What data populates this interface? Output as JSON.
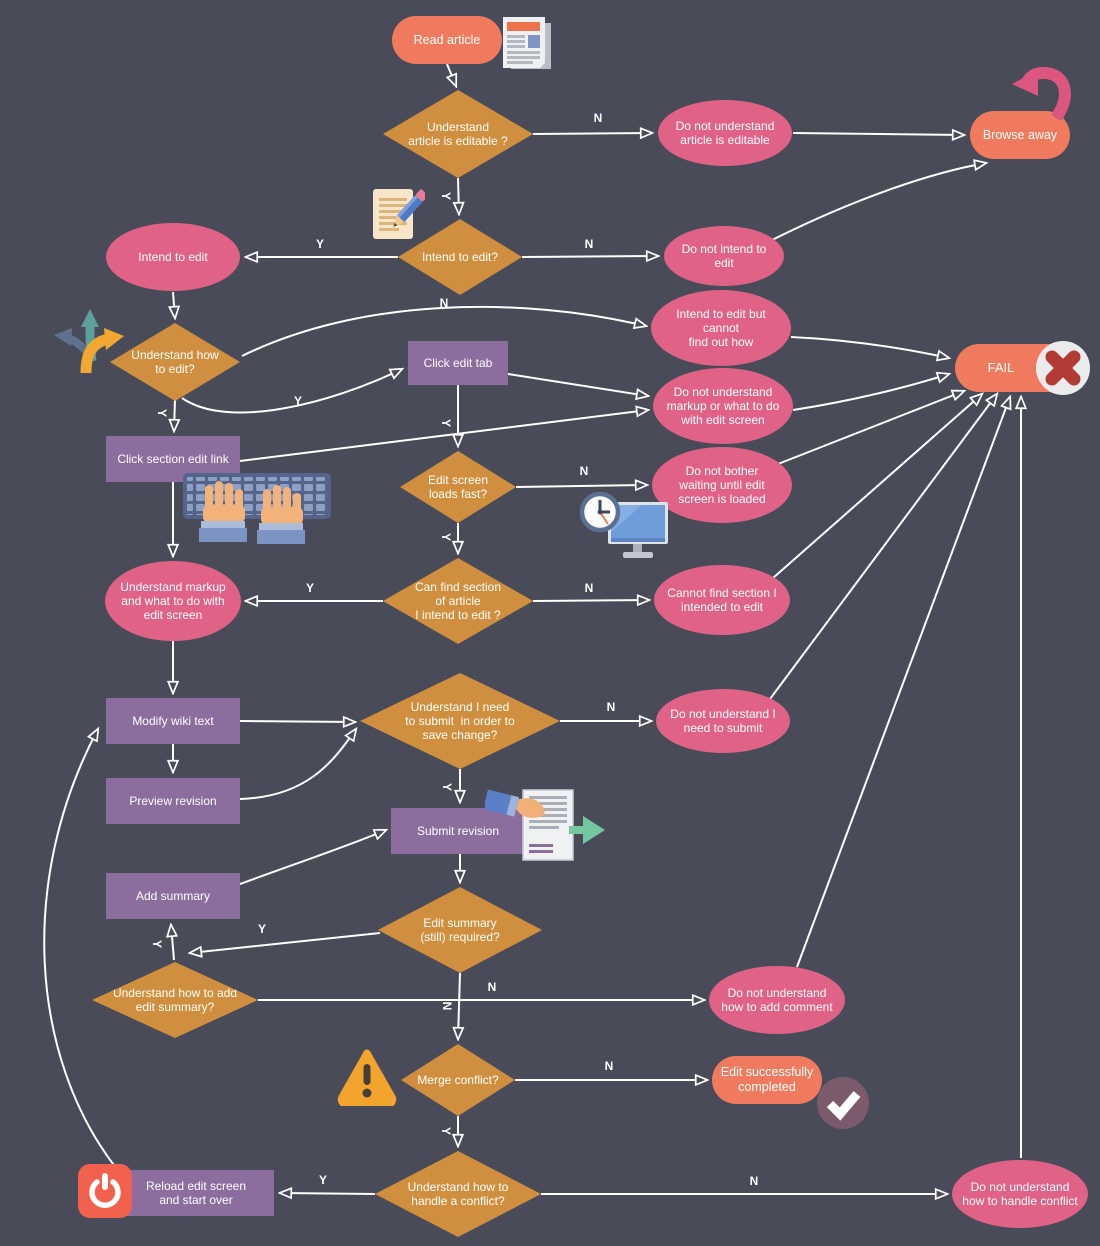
{
  "colors": {
    "background": "#494c58",
    "decision_fill": "#d08f3e",
    "state_fill": "#e06287",
    "process_fill": "#8b6d9e",
    "terminator_fill": "#ef7a5e",
    "connector": "#ffffff",
    "fail_x": "#b13c35",
    "check_circle": "#7b5b6b",
    "warning": "#f3a42c",
    "power_icon": "#f2614d",
    "return_arrow": "#dd5680",
    "green_arrow": "#74c7a0"
  },
  "edge_labels": {
    "yes": "Y",
    "no": "N"
  },
  "nodes": {
    "read_article": {
      "type": "terminator",
      "label": "Read article"
    },
    "understand_editable": {
      "type": "decision",
      "label": "Understand\narticle is editable ?"
    },
    "no_understand_editable": {
      "type": "state",
      "label": "Do not understand\narticle is editable"
    },
    "browse_away": {
      "type": "terminator",
      "label": "Browse away"
    },
    "intend_to_edit_q": {
      "type": "decision",
      "label": "Intend to edit?"
    },
    "do_not_intend": {
      "type": "state",
      "label": "Do not intend to\nedit"
    },
    "intend_to_edit": {
      "type": "state",
      "label": "Intend to edit"
    },
    "understand_how_edit": {
      "type": "decision",
      "label": "Understand how\nto edit?"
    },
    "cannot_find_how": {
      "type": "state",
      "label": "Intend to edit but\ncannot\nfind out how"
    },
    "click_edit_tab": {
      "type": "process",
      "label": "Click edit tab"
    },
    "no_markup": {
      "type": "state",
      "label": "Do not understand\nmarkup or what to do\nwith edit screen"
    },
    "fail": {
      "type": "terminator",
      "label": "FAIL"
    },
    "click_section": {
      "type": "process",
      "label": "Click section edit link"
    },
    "loads_fast": {
      "type": "decision",
      "label": "Edit screen\nloads fast?"
    },
    "no_wait": {
      "type": "state",
      "label": "Do not bother\nwaiting until edit\nscreen is loaded"
    },
    "markup_ok": {
      "type": "state",
      "label": "Understand markup\nand what to do with\nedit screen"
    },
    "find_section": {
      "type": "decision",
      "label": "Can find section\nof article\nI intend to edit ?"
    },
    "cannot_section": {
      "type": "state",
      "label": "Cannot find section I\nintended to edit"
    },
    "modify": {
      "type": "process",
      "label": "Modify wiki text"
    },
    "submit_understand": {
      "type": "decision",
      "label": "Understand I need\nto submit  in order to\nsave change?"
    },
    "no_submit": {
      "type": "state",
      "label": "Do not understand I\nneed to submit"
    },
    "preview": {
      "type": "process",
      "label": "Preview revision"
    },
    "submit_revision": {
      "type": "process",
      "label": "Submit revision"
    },
    "add_summary": {
      "type": "process",
      "label": "Add summary"
    },
    "summary_required": {
      "type": "decision",
      "label": "Edit summary\n(still) required?"
    },
    "how_add_summary": {
      "type": "decision",
      "label": "Understand how to add\nedit summary?"
    },
    "no_comment": {
      "type": "state",
      "label": "Do not understand\nhow to add comment"
    },
    "merge_conflict": {
      "type": "decision",
      "label": "Merge conflict?"
    },
    "edit_done": {
      "type": "terminator",
      "label": "Edit successfully\ncompleted"
    },
    "handle_conflict": {
      "type": "decision",
      "label": "Understand how to\nhandle a conflict?"
    },
    "reload": {
      "type": "process",
      "label": "Reload edit screen\nand start over"
    },
    "no_handle_conflict": {
      "type": "state",
      "label": "Do not understand\nhow to handle conflict"
    }
  },
  "icons": [
    "newspaper-icon",
    "return-arrow-icon",
    "document-pencil-icon",
    "direction-arrows-icon",
    "keyboard-hands-icon",
    "clock-monitor-icon",
    "hand-document-icon",
    "green-arrow-icon",
    "warning-icon",
    "check-icon",
    "power-icon",
    "fail-x-icon"
  ]
}
